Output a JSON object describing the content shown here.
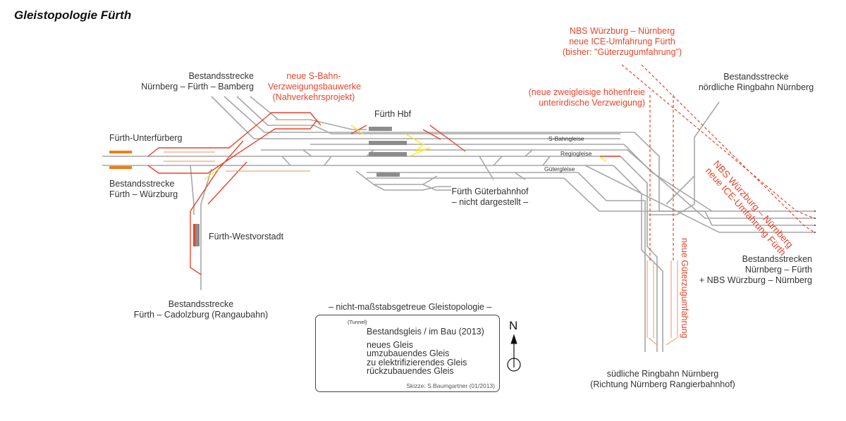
{
  "title": "Gleistopologie Fürth",
  "colors": {
    "existing_track": "#a6a6a6",
    "new_track": "#e8442c",
    "rebuild_track": "#f0a77c",
    "electrify_track": "#f07e12",
    "dismantle_track": "#f6e82a",
    "platform": "#8c8c8c",
    "label_text": "#333333",
    "red_text": "#e8442c"
  },
  "labels": {
    "bamberg_line": [
      "Bestandsstrecke",
      "Nürnberg – Fürth – Bamberg"
    ],
    "sbahn_project": [
      "neue S-Bahn-",
      "Verzweigungsbauwerke",
      "(Nahverkehrsprojekt)"
    ],
    "hbf": "Fürth Hbf",
    "unterfuerberg": "Fürth-Unterfürberg",
    "wuerzburg_line": [
      "Bestandsstrecke",
      "Fürth – Würzburg"
    ],
    "westvorstadt": "Fürth-Westvorstadt",
    "cadolzburg_line": [
      "Bestandsstrecke",
      "Fürth – Cadolzburg (Rangaubahn)"
    ],
    "gueterbahnhof": [
      "Fürth Güterbahnhof",
      "– nicht dargestellt –"
    ],
    "sbahngleise": "S-Bahngleise",
    "regiogleise": "Regiogleise",
    "gueterleise": "Gütergleise",
    "nbs_top": [
      "NBS Würzburg – Nürnberg",
      "neue ICE-Umfahrung Fürth",
      "(bisher: \"Güterzugumfahrung\")"
    ],
    "zweigleisig": [
      "(neue zweigleisige höhenfreie",
      "unterirdische Verzweigung)"
    ],
    "ringbahn_north": [
      "Bestandsstrecke",
      "nördliche Ringbahn Nürnberg"
    ],
    "nbs_diagonal": [
      "NBS Würzburg – Nürnberg",
      "neue ICE-Umfahrung Fürth"
    ],
    "bestandsstrecken_east": [
      "Bestandsstrecken",
      "Nürnberg – Fürth",
      "+ NBS Würzburg – Nürnberg"
    ],
    "gueterzugumfahrung": "neue Güterzugumfahrung",
    "ringbahn_south": [
      "südliche Ringbahn Nürnberg",
      "(Richtung Nürnberg Rangierbahnhof)"
    ],
    "scale_note": "– nicht-maßstabsgetreue Gleistopologie –"
  },
  "legend": {
    "tunnel_label": "(Tunnel)",
    "items": [
      {
        "label": "Bestandsgleis / im Bau (2013)",
        "kind": "existing"
      },
      {
        "label": "neues Gleis",
        "kind": "new"
      },
      {
        "label": "umzubauendes Gleis",
        "kind": "rebuild"
      },
      {
        "label": "zu elektrifizierendes Gleis",
        "kind": "electrify"
      },
      {
        "label": "rückzubauendes Gleis",
        "kind": "dismantle"
      }
    ],
    "credit": "Skizze: S.Baumgartner (01/2013)"
  },
  "compass": {
    "label": "N",
    "icon": "north-arrow-icon"
  }
}
